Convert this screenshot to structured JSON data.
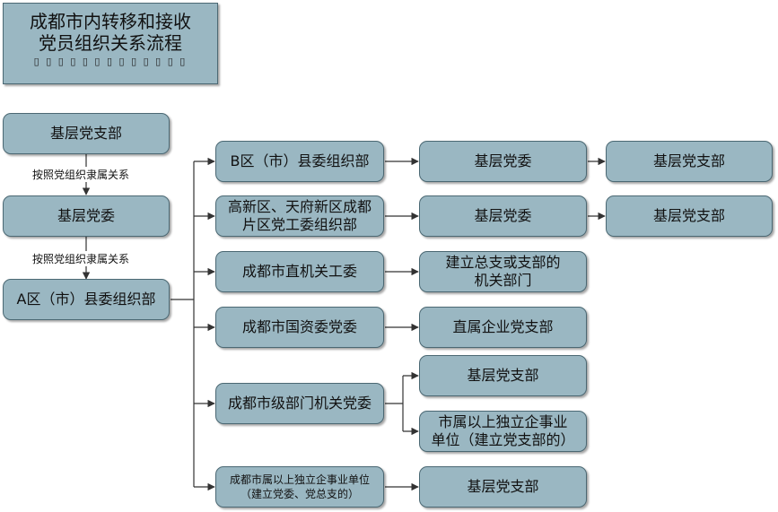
{
  "title": {
    "line1": "成都市内转移和接收",
    "line2": "党员组织关系流程",
    "line3": "▯ ▯ ▯ ▯ ▯ ▯ ▯ ▯ ▯ ▯ ▯ ▯ ▯"
  },
  "nodes": {
    "base_branch_top": "基层党支部",
    "base_committee_left": "基层党委",
    "district_a_org": "A区（市）县委组织部",
    "district_b_org": "B区（市）县委组织部",
    "hightech_tianfu_org": "高新区、天府新区成都\n片区党工委组织部",
    "city_gov_org_committee": "成都市直机关工委",
    "city_sasac_committee": "成都市国资委党委",
    "city_dept_committee": "成都市级部门机关党委",
    "city_enterprise_units": "成都市属以上独立企事业单位\n（建立党委、党总支的）",
    "b_base_committee": "基层党委",
    "b_base_branch": "基层党支部",
    "ht_base_committee": "基层党委",
    "ht_base_branch": "基层党支部",
    "gov_dept_with_branch": "建立总支或支部的\n机关部门",
    "sasac_direct_branch": "直属企业党支部",
    "dept_base_branch": "基层党支部",
    "dept_independent_units": "市属以上独立企事业\n单位（建立党支部的）",
    "enterprise_base_branch": "基层党支部"
  },
  "edge_labels": {
    "branch_to_committee": "按照党组织隶属关系",
    "committee_to_district": "按照党组织隶属关系"
  },
  "colors": {
    "node_fill": "#9ab7c2",
    "node_border": "#4b6873",
    "connector": "#333333"
  }
}
